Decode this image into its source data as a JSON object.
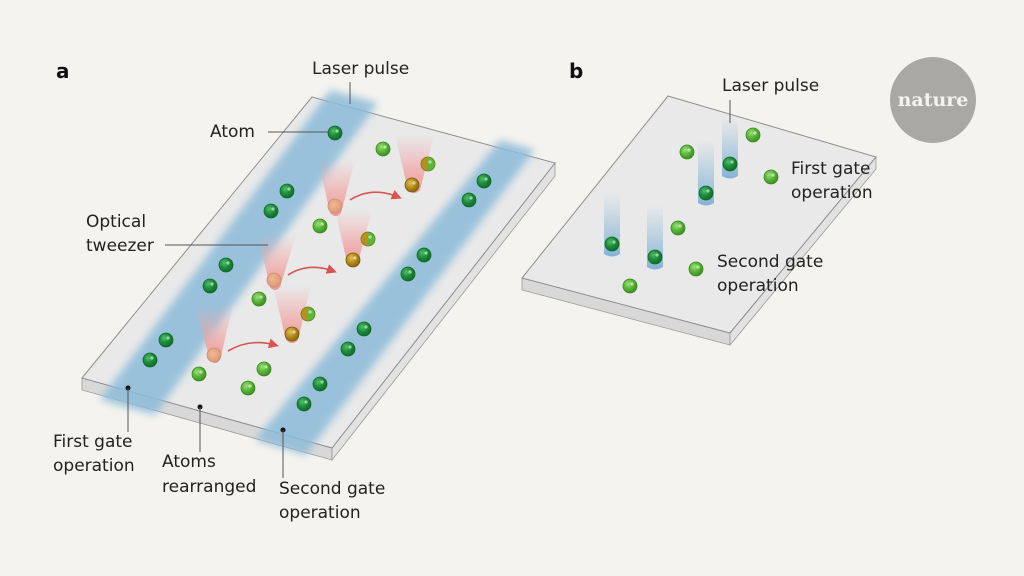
{
  "panel_a": {
    "letter": "a",
    "labels": {
      "laser_pulse": "Laser pulse",
      "atom": "Atom",
      "optical_tweezer": [
        "Optical",
        "tweezer"
      ],
      "first_gate": [
        "First gate",
        "operation"
      ],
      "atoms_rearranged": [
        "Atoms",
        "rearranged"
      ],
      "second_gate": [
        "Second gate",
        "operation"
      ]
    }
  },
  "panel_b": {
    "letter": "b",
    "labels": {
      "laser_pulse": "Laser pulse",
      "first_gate": [
        "First gate",
        "operation"
      ],
      "second_gate": [
        "Second gate",
        "operation"
      ]
    }
  },
  "logo": {
    "text": "nature"
  },
  "colors": {
    "background": "#f4f3ee",
    "slab_top": "#e8e8e8",
    "slab_side": "#d6d6d6",
    "laser_blue": "#8dbbd9",
    "atom_dark": "#1f8f3c",
    "atom_light": "#5cb83a",
    "atom_gold": "#b8901e",
    "tweezer_red": "#f0a0a0",
    "arrow_red": "#d9534f",
    "logo_gray": "#a9a8a3"
  }
}
